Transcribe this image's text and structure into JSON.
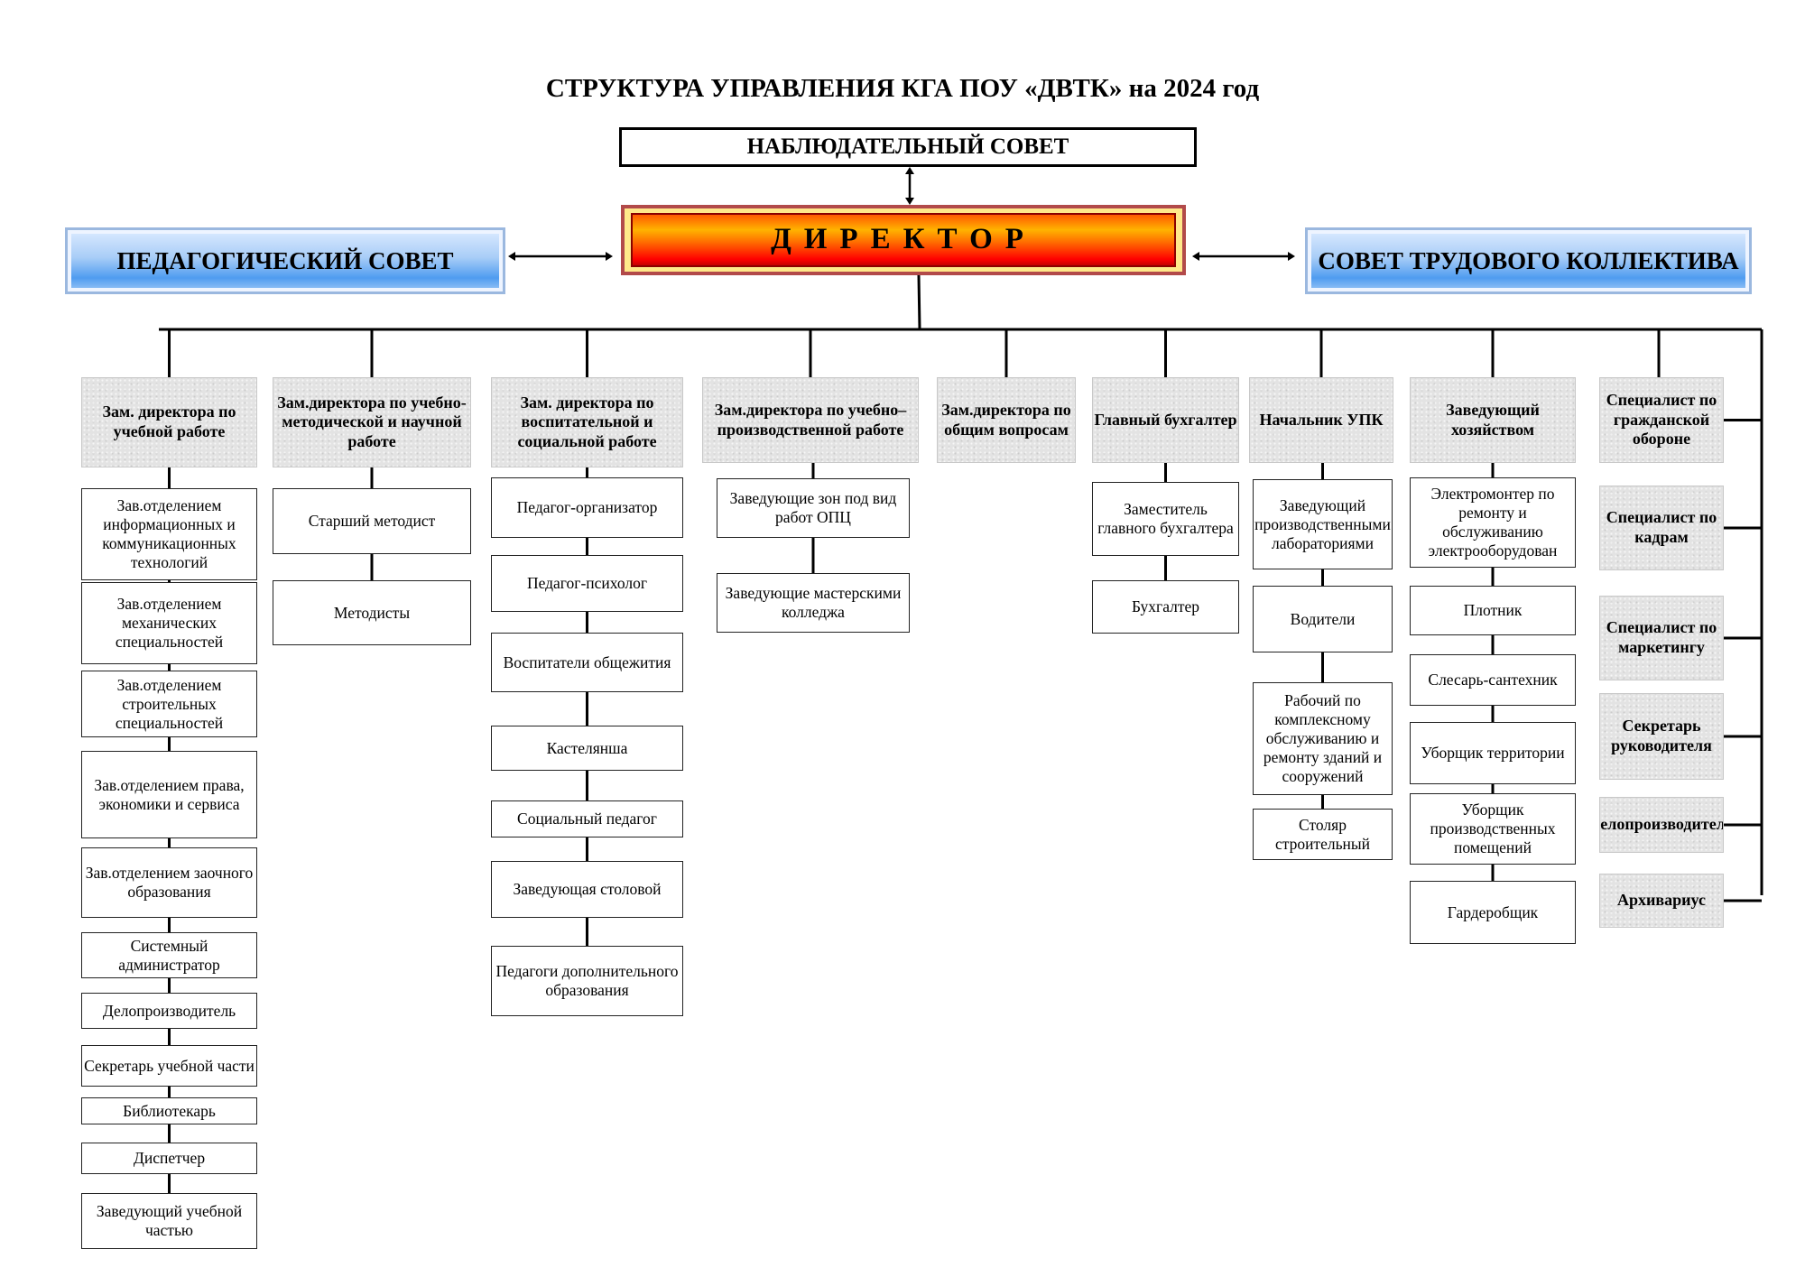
{
  "title": "СТРУКТУРА УПРАВЛЕНИЯ КГА ПОУ «ДВТК» на 2024 год",
  "top": {
    "supervisory": "НАБЛЮДАТЕЛЬНЫЙ СОВЕТ",
    "director": "ДИРЕКТОР",
    "pedagogical": "ПЕДАГОГИЧЕСКИЙ СОВЕТ",
    "labor": "СОВЕТ ТРУДОВОГО КОЛЛЕКТИВА"
  },
  "branches": [
    {
      "head": "Зам. директора по учебной работе",
      "items": [
        "Зав.отделением информационных и коммуникационных технологий",
        "Зав.отделением механических специальностей",
        "Зав.отделением строительных специальностей",
        "Зав.отделением права, экономики и сервиса",
        "Зав.отделением заочного образования",
        "Системный администратор",
        "Делопроизводитель",
        "Секретарь учебной части",
        "Библиотекарь",
        "Диспетчер",
        "Заведующий учебной частью"
      ]
    },
    {
      "head": "Зам.директора по учебно-методической и научной работе",
      "items": [
        "Старший методист",
        "Методисты"
      ]
    },
    {
      "head": "Зам. директора по воспитательной и социальной работе",
      "items": [
        "Педагог-организатор",
        "Педагог-психолог",
        "Воспитатели общежития",
        "Кастелянша",
        "Социальный педагог",
        "Заведующая столовой",
        "Педагоги дополнительного образования"
      ]
    },
    {
      "head": "Зам.директора по учебно–производственной работе",
      "items": [
        "Заведующие зон под вид работ ОПЦ",
        "Заведующие мастерскими колледжа"
      ]
    },
    {
      "head": "Зам.директора по общим вопросам",
      "items": []
    },
    {
      "head": "Главный бухгалтер",
      "items": [
        "Заместитель главного бухгалтера",
        "Бухгалтер"
      ]
    },
    {
      "head": "Начальник УПК",
      "items": [
        "Заведующий производственными лабораториями",
        "Водители",
        "Рабочий по комплексному обслуживанию и ремонту зданий и сооружений",
        "Столяр строительный"
      ]
    },
    {
      "head": "Заведующий хозяйством",
      "items": [
        "Электромонтер по ремонту и обслуживанию электрооборудован",
        "Плотник",
        "Слесарь-сантехник",
        "Уборщик территории",
        "Уборщик производственных помещений",
        "Гардеробщик"
      ]
    }
  ],
  "specialists": [
    "Специалист по гражданской обороне",
    "Специалист по кадрам",
    "Специалист по маркетингу",
    "Секретарь руководителя",
    "Делопроизводитель",
    "Архивариус"
  ]
}
